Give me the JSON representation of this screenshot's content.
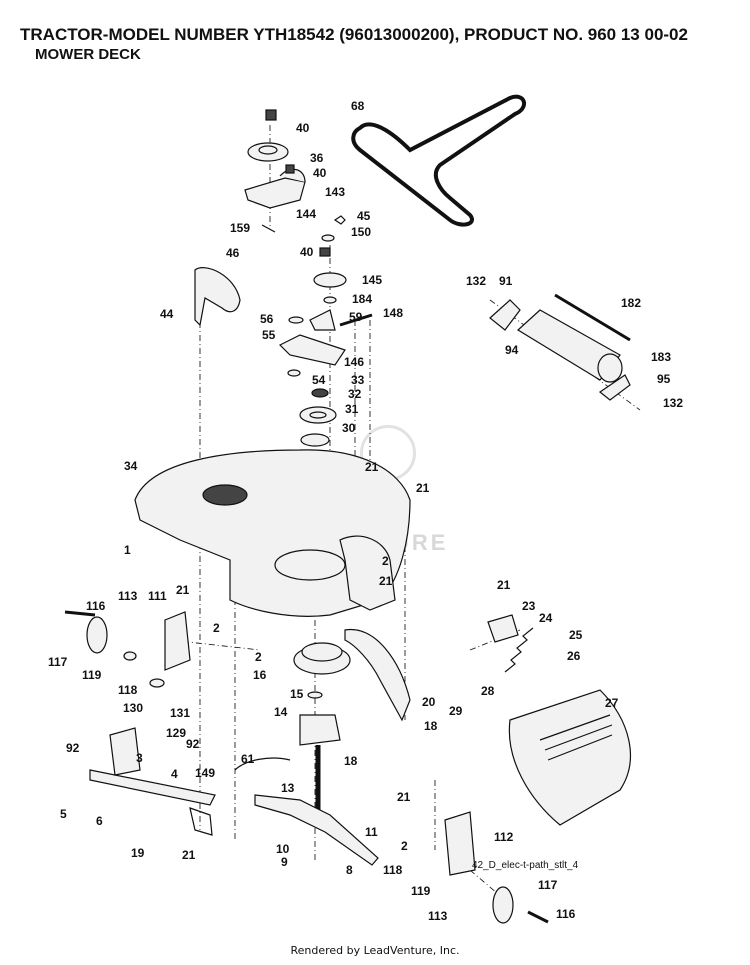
{
  "header": {
    "title": "TRACTOR-MODEL NUMBER YTH18542 (96013000200), PRODUCT NO. 960 13 00-02",
    "subtitle": "MOWER DECK"
  },
  "diagram": {
    "reference_code": "42_D_elec-t-path_stlt_4",
    "watermark": "ENTURE",
    "callouts": [
      "68",
      "40",
      "36",
      "40",
      "143",
      "144",
      "159",
      "45",
      "150",
      "40",
      "46",
      "44",
      "145",
      "184",
      "56",
      "59",
      "148",
      "55",
      "146",
      "54",
      "33",
      "32",
      "31",
      "30",
      "132",
      "91",
      "182",
      "94",
      "183",
      "95",
      "132",
      "34",
      "21",
      "21",
      "1",
      "2",
      "21",
      "113",
      "111",
      "21",
      "116",
      "2",
      "117",
      "119",
      "118",
      "2",
      "16",
      "15",
      "14",
      "20",
      "18",
      "18",
      "130",
      "131",
      "129",
      "92",
      "92",
      "3",
      "61",
      "4",
      "149",
      "5",
      "6",
      "13",
      "19",
      "21",
      "11",
      "10",
      "9",
      "8",
      "21",
      "23",
      "24",
      "25",
      "26",
      "28",
      "29",
      "27",
      "21",
      "112",
      "2",
      "118",
      "119",
      "117",
      "113",
      "116"
    ]
  },
  "footer": {
    "rendered_by": "Rendered by LeadVenture, Inc."
  }
}
